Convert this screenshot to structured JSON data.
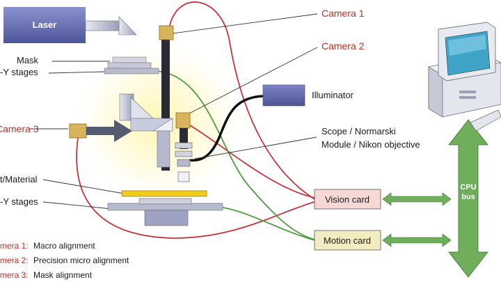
{
  "labels": {
    "laser": "Laser",
    "mask": "Mask",
    "xy_stages_top": "-Y stages",
    "camera1": "Camera 1",
    "camera2": "Camera 2",
    "camera3": "Camera 3",
    "illuminator": "Illuminator",
    "scope_line1": "Scope / Normarski",
    "scope_line2": "Module / Nikon objective",
    "material": "t/Material",
    "xy_stages_bottom": "-Y stages",
    "vision_card": "Vision card",
    "motion_card": "Motion card",
    "cpu_line1": "CPU",
    "cpu_line2": "bus"
  },
  "legend": [
    {
      "camera": "mera 1:",
      "desc": "Macro alignment"
    },
    {
      "camera": "mera 2:",
      "desc": "Precision micro alignment"
    },
    {
      "camera": "mera 3:",
      "desc": "Mask alignment"
    }
  ],
  "colors": {
    "camera_wire": "#c8323a",
    "motion_wire": "#4e9a3e",
    "bus_green": "#6fae5a",
    "laser_blue": "#6a73b8",
    "vision_card_fill": "#f6d9d5",
    "motion_card_fill": "#f3ecc0",
    "camera_gold": "#d8b55c",
    "material_yellow": "#f2cc1a",
    "glow": "#fff3a0"
  }
}
